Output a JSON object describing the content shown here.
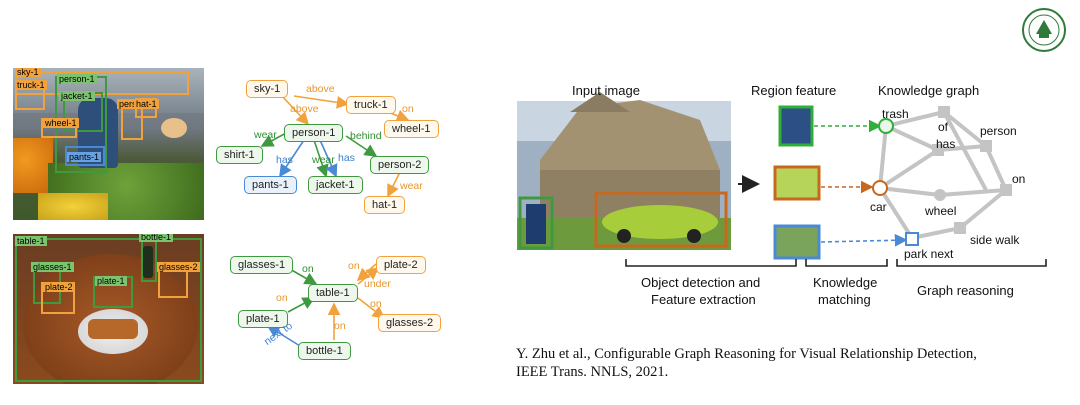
{
  "photo1": {
    "labels": {
      "sky": "sky-1",
      "truck": "truck-1",
      "person": "person-1",
      "jacket": "jacket-1",
      "person2": "person-2",
      "hat": "hat-1",
      "wheel": "wheel-1",
      "pants": "pants-1"
    }
  },
  "graph1": {
    "nodes": {
      "sky": "sky-1",
      "truck": "truck-1",
      "wheel": "wheel-1",
      "person": "person-1",
      "shirt": "shirt-1",
      "pants": "pants-1",
      "jacket": "jacket-1",
      "person2": "person-2",
      "hat": "hat-1"
    },
    "edges": {
      "above1": "above",
      "above2": "above",
      "on": "on",
      "wear1": "wear",
      "has1": "has",
      "wear2": "wear",
      "has2": "has",
      "behind": "behind",
      "wear3": "wear"
    }
  },
  "photo2": {
    "labels": {
      "table": "table-1",
      "bottle": "bottle-1",
      "glasses1": "glasses-1",
      "glasses2": "glasses-2",
      "plate1": "plate-1",
      "plate2": "plate-2"
    }
  },
  "graph2": {
    "nodes": {
      "glasses1": "glasses-1",
      "plate2": "plate-2",
      "table": "table-1",
      "plate1": "plate-1",
      "glasses2": "glasses-2",
      "bottle": "bottle-1"
    },
    "edges": {
      "on1": "on",
      "on2": "on",
      "under": "under",
      "on3": "on",
      "on4": "on",
      "on5": "on",
      "nextto": "next to"
    }
  },
  "pipeline": {
    "input_image": "Input image",
    "region_feature": "Region feature",
    "knowledge_graph": "Knowledge graph",
    "stage1_line1": "Object detection and",
    "stage1_line2": "Feature extraction",
    "stage2_line1": "Knowledge",
    "stage2_line2": "matching",
    "stage3": "Graph reasoning",
    "kg_nodes": {
      "trash": "trash",
      "of": "of",
      "has": "has",
      "person": "person",
      "on": "on",
      "car": "car",
      "wheel": "wheel",
      "side_walk": "side walk",
      "park_next": "park next"
    }
  },
  "citation": {
    "line1": "Y. Zhu et al., Configurable Graph Reasoning for Visual Relationship Detection,",
    "line2": "IEEE Trans. NNLS, 2021."
  },
  "colors": {
    "green": "#3f9a3f",
    "orange": "#f2a23c",
    "blue": "#4a8ad4",
    "brown": "#c8671e",
    "grey": "#c4c4c4"
  }
}
